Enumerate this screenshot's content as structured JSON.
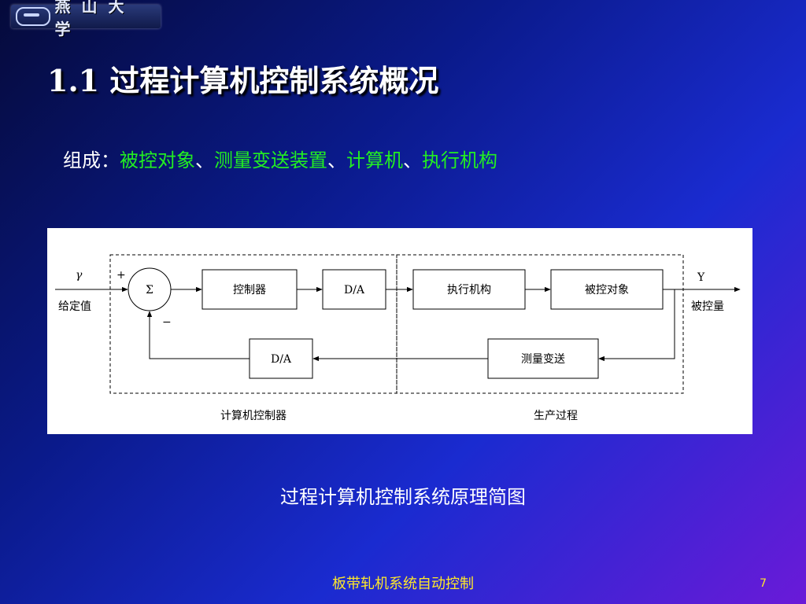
{
  "logo": {
    "text": "燕山大学",
    "emblem": "university-emblem-icon"
  },
  "slide": {
    "title": "1.1  过程计算机控制系统概况",
    "composition": {
      "label": "组成：",
      "items": [
        "被控对象",
        "测量变送装置",
        "计算机",
        "执行机构"
      ],
      "separator": "、"
    },
    "caption": "过程计算机控制系统原理简图",
    "footer": "板带轧机系统自动控制",
    "page_number": "7"
  },
  "diagram": {
    "input_symbol": "γ",
    "input_label": "给定值",
    "plus_sign": "+",
    "minus_sign": "−",
    "sum_symbol": "Σ",
    "controller": "控制器",
    "da_forward": "D/A",
    "actuator": "执行机构",
    "plant": "被控对象",
    "output_symbol": "Y",
    "output_label": "被控量",
    "sensor": "测量变送",
    "da_feedback": "D/A",
    "computer_group": "计算机控制器",
    "process_group": "生产过程"
  },
  "colors": {
    "green_highlight": "#22ee22",
    "footer_yellow": "#ffe82a"
  }
}
